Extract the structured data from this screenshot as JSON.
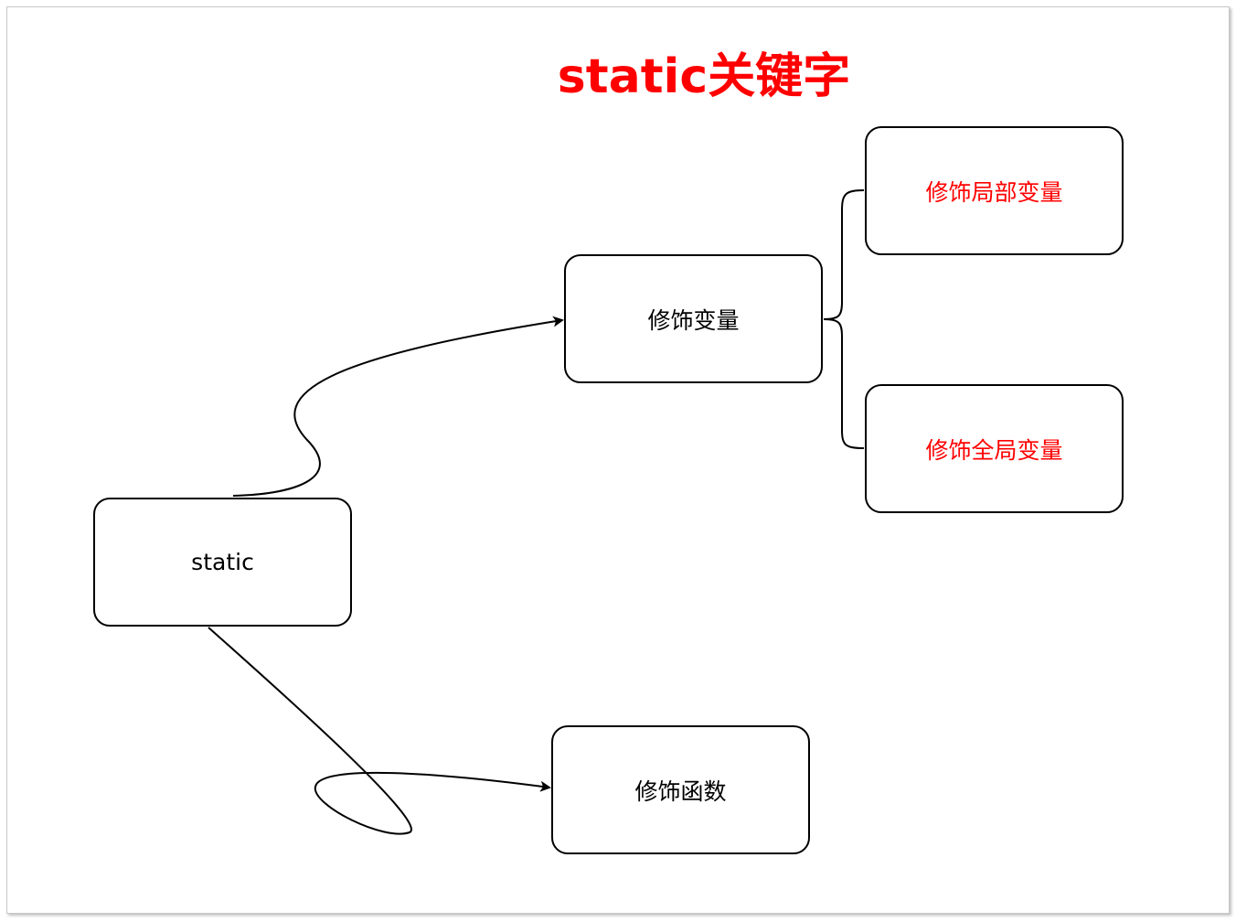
{
  "diagram": {
    "title": "static关键字",
    "nodes": {
      "static": "static",
      "modify_variable": "修饰变量",
      "modify_local_variable": "修饰局部变量",
      "modify_global_variable": "修饰全局变量",
      "modify_function": "修饰函数"
    },
    "colors": {
      "accent": "#ff0000",
      "stroke": "#000000",
      "text": "#000000"
    }
  }
}
